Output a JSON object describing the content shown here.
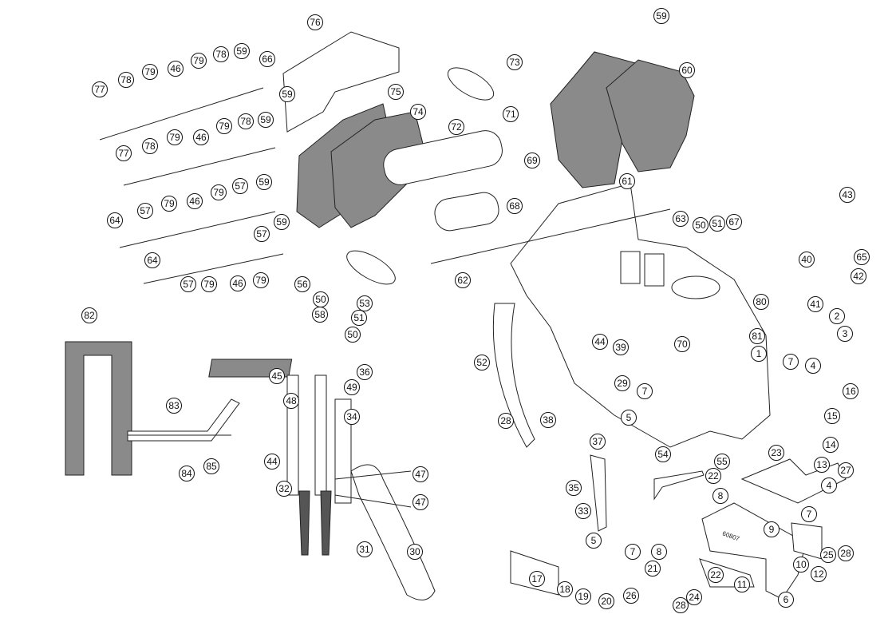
{
  "diagram": {
    "type": "exploded-parts-diagram",
    "callouts": [
      "76",
      "59",
      "66",
      "73",
      "75",
      "74",
      "71",
      "72",
      "69",
      "68",
      "60",
      "61",
      "63",
      "50",
      "51",
      "67",
      "62",
      "77",
      "78",
      "79",
      "46",
      "79",
      "78",
      "59",
      "59",
      "77",
      "78",
      "79",
      "46",
      "79",
      "78",
      "59",
      "64",
      "57",
      "79",
      "46",
      "79",
      "57",
      "59",
      "64",
      "57",
      "79",
      "46",
      "79",
      "57",
      "59",
      "56",
      "50",
      "58",
      "53",
      "51",
      "50",
      "45",
      "36",
      "48",
      "49",
      "34",
      "44",
      "32",
      "47",
      "47",
      "31",
      "30",
      "82",
      "83",
      "84",
      "85",
      "43",
      "65",
      "42",
      "40",
      "41",
      "80",
      "81",
      "2",
      "3",
      "1",
      "70",
      "44",
      "52",
      "39",
      "29",
      "7",
      "7",
      "4",
      "16",
      "15",
      "14",
      "28",
      "38",
      "5",
      "37",
      "23",
      "22",
      "13",
      "54",
      "55",
      "35",
      "33",
      "4",
      "27",
      "8",
      "9",
      "7",
      "5",
      "7",
      "8",
      "10",
      "12",
      "25",
      "28",
      "21",
      "22",
      "11",
      "24",
      "26",
      "28",
      "6",
      "17",
      "18",
      "19",
      "20"
    ],
    "part_label": "60807"
  },
  "colors": {
    "line": "#222222",
    "shade": "#8a8a8a",
    "light": "#d9d9d9"
  }
}
